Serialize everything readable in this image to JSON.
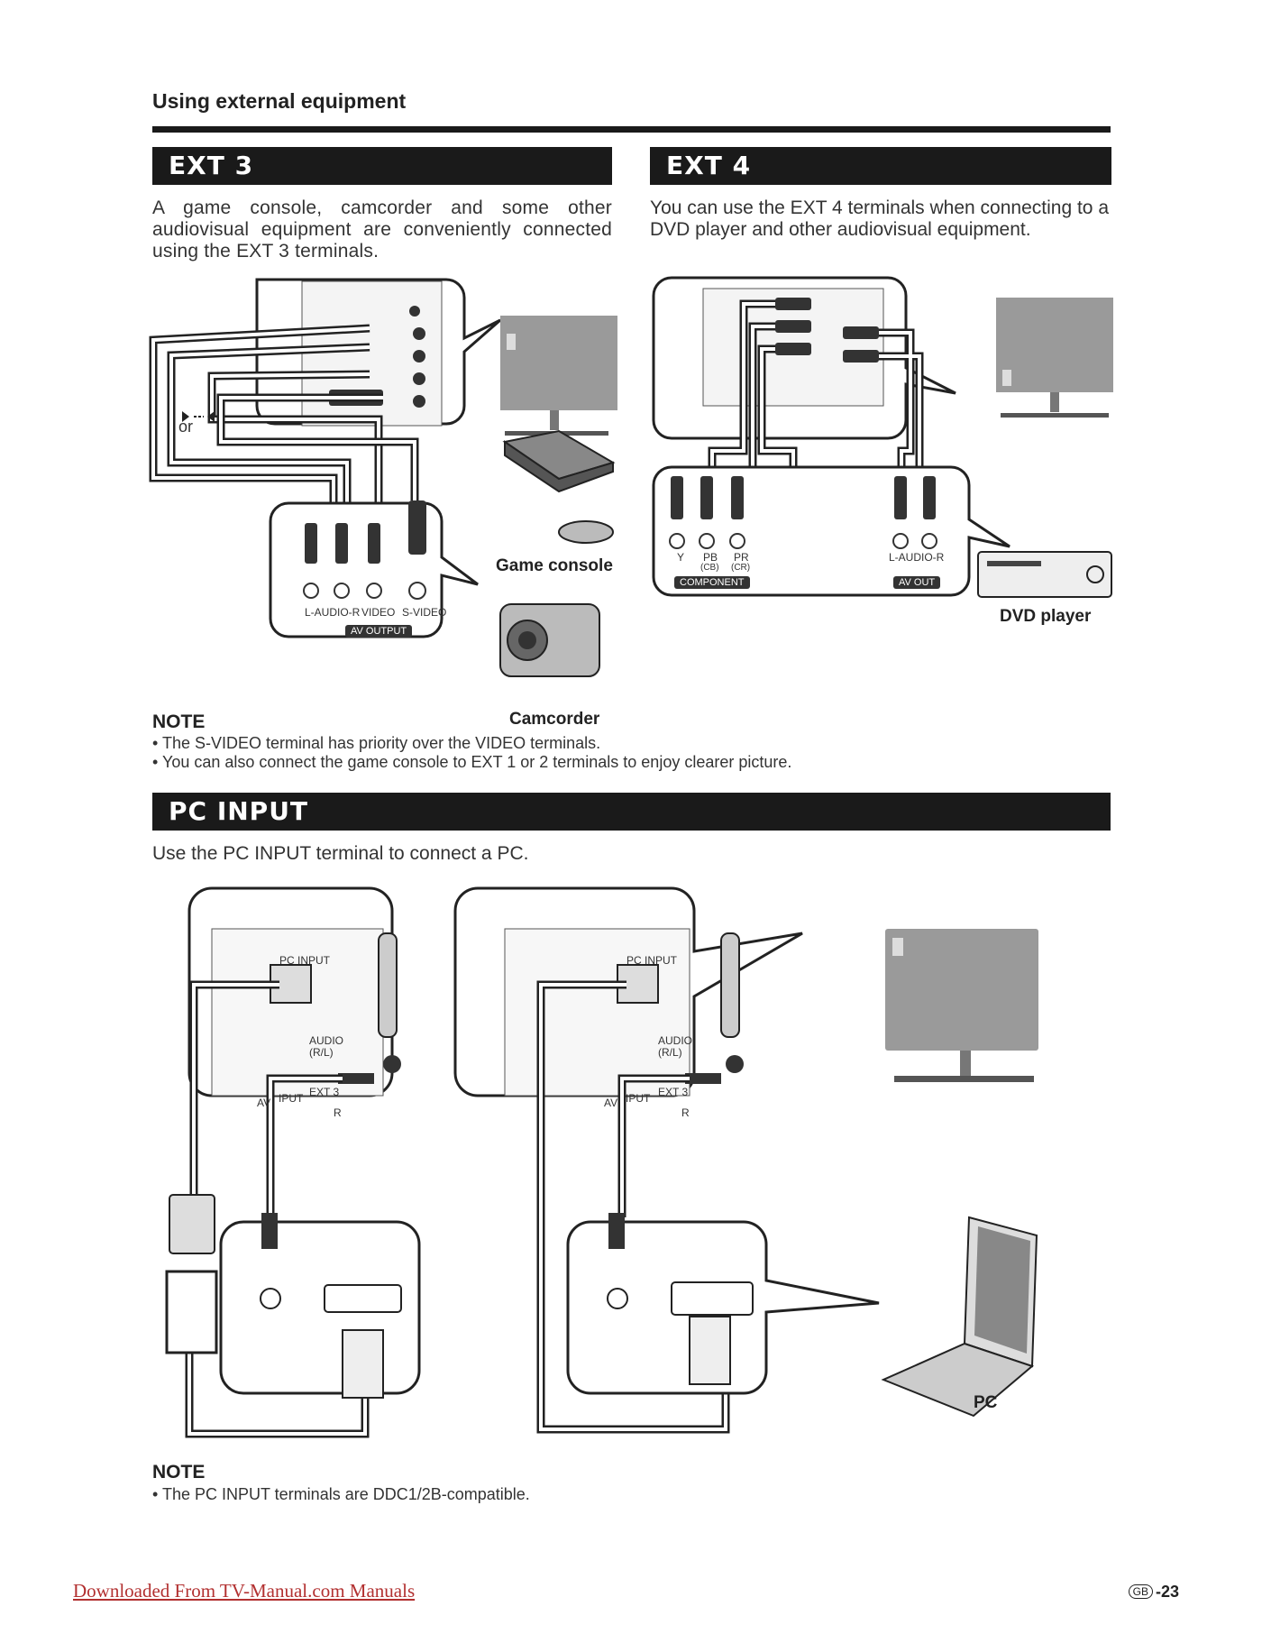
{
  "header": {
    "section_title": "Using external equipment"
  },
  "ext3": {
    "title": "EXT 3",
    "description": "A game console, camcorder and some other audiovisual equipment are conveniently connected using the EXT 3 terminals.",
    "or_label": "or",
    "terminal_labels": {
      "audio": "L-AUDIO-R",
      "video": "VIDEO",
      "svideo": "S-VIDEO",
      "group": "AV OUTPUT"
    },
    "devices": {
      "game_console": "Game console",
      "camcorder": "Camcorder"
    }
  },
  "ext4": {
    "title": "EXT 4",
    "description": "You can use the EXT 4 terminals when connecting to a DVD player and other audiovisual equipment.",
    "terminal_labels": {
      "y": "Y",
      "pb": "PB",
      "cb": "(CB)",
      "pr": "PR",
      "cr": "(CR)",
      "component": "COMPONENT",
      "audio": "L-AUDIO-R",
      "av_out": "AV OUT"
    },
    "devices": {
      "dvd_player": "DVD player"
    }
  },
  "note1": {
    "title": "NOTE",
    "items": [
      "The S-VIDEO terminal has priority over the VIDEO terminals.",
      "You can also connect the game console to EXT 1 or 2 terminals to enjoy clearer picture."
    ]
  },
  "pc_input": {
    "title": "PC INPUT",
    "description": "Use the PC INPUT terminal to connect a PC.",
    "panel_labels": {
      "pc_input": "PC INPUT",
      "audio": "AUDIO",
      "rl": "(R/L)",
      "ext3": "EXT 3",
      "av": "AV",
      "input": "IPUT",
      "r": "R"
    },
    "devices": {
      "pc": "PC"
    }
  },
  "note2": {
    "title": "NOTE",
    "items": [
      "The PC INPUT terminals are DDC1/2B-compatible."
    ]
  },
  "footer": {
    "link": "Downloaded From TV-Manual.com Manuals",
    "region": "GB",
    "page": "-23"
  },
  "colors": {
    "bar": "#1a1a1a",
    "tv_gray": "#9a9a9a",
    "link": "#b23030"
  }
}
